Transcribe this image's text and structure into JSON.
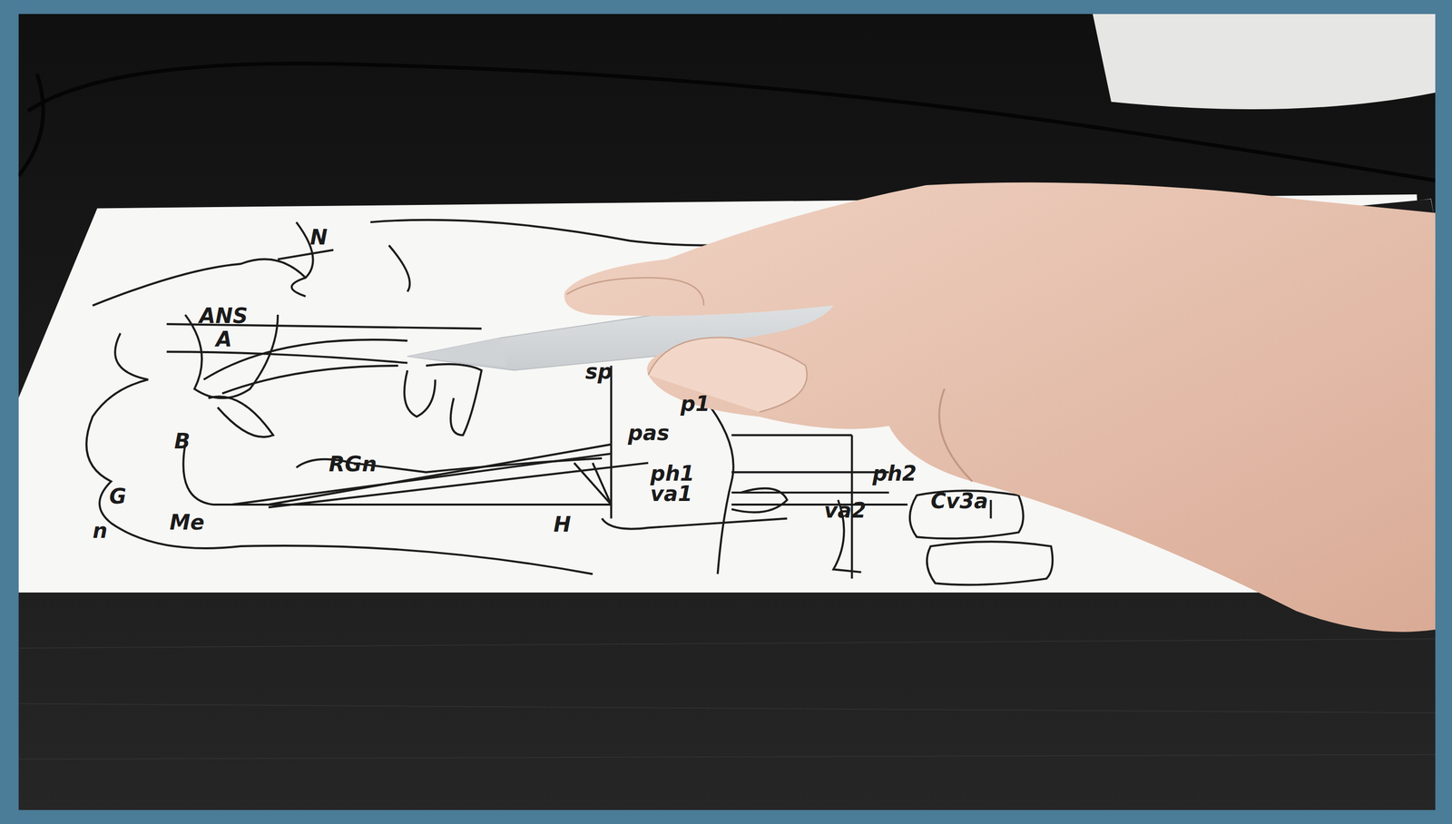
{
  "diagram": {
    "labels": [
      "N",
      "ANS",
      "A",
      "sp",
      "p1",
      "pas",
      "B",
      "RGn",
      "ph1",
      "ph2",
      "G",
      "va1",
      "va2",
      "Cv3a",
      "Me",
      "H",
      "n"
    ]
  }
}
